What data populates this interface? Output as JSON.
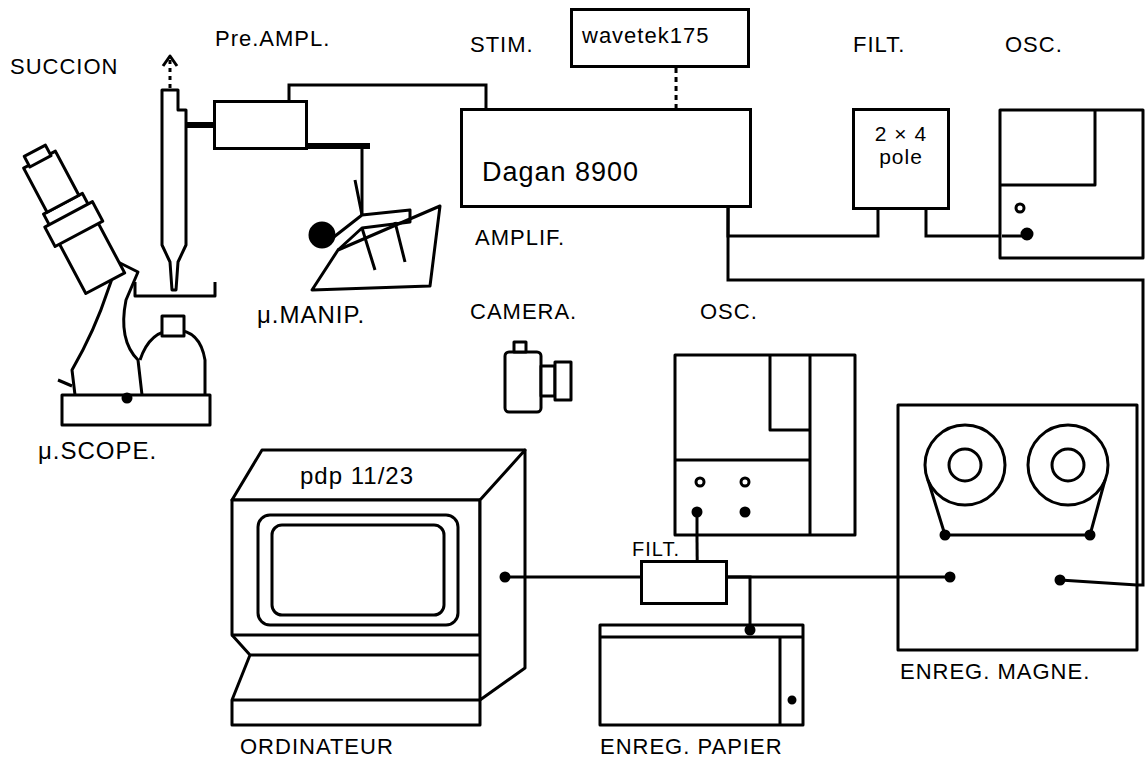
{
  "diagram": {
    "nodes": [
      {
        "text": [
          "Pre.AMPL."
        ]
      },
      {
        "text": [
          "STIM.",
          "wavetek175"
        ]
      },
      {
        "text": [
          "Dagan 8900",
          "AMPLIF."
        ]
      },
      {
        "text": [
          "FILT.",
          "2 × 4 pole"
        ]
      },
      {
        "text": [
          "OSC."
        ]
      },
      {
        "text": [
          "μ.SCOPE."
        ]
      },
      {
        "text": [
          "μ.MANIP."
        ]
      },
      {
        "text": [
          "CAMERA."
        ]
      },
      {
        "text": [
          "OSC."
        ]
      },
      {
        "text": [
          "pdp 11/23",
          "ORDINATEUR"
        ]
      },
      {
        "text": [
          "FILT."
        ]
      },
      {
        "text": [
          "ENREG. PAPIER"
        ]
      },
      {
        "text": [
          "ENREG. MAGNE."
        ]
      }
    ],
    "edges": [
      {
        "from": 0,
        "to": 2,
        "arrow": "none"
      },
      {
        "from": 1,
        "to": 2,
        "arrow": "none"
      },
      {
        "from": 2,
        "to": 3,
        "arrow": "none"
      },
      {
        "from": 3,
        "to": 4,
        "arrow": "none"
      },
      {
        "from": 2,
        "to": 12,
        "arrow": "none"
      },
      {
        "from": 12,
        "to": 10,
        "arrow": "none"
      },
      {
        "from": 8,
        "to": 10,
        "arrow": "none"
      },
      {
        "from": 10,
        "to": 9,
        "arrow": "none"
      },
      {
        "from": 10,
        "to": 11,
        "arrow": "none"
      }
    ],
    "labels": [
      "SUCCION"
    ]
  }
}
